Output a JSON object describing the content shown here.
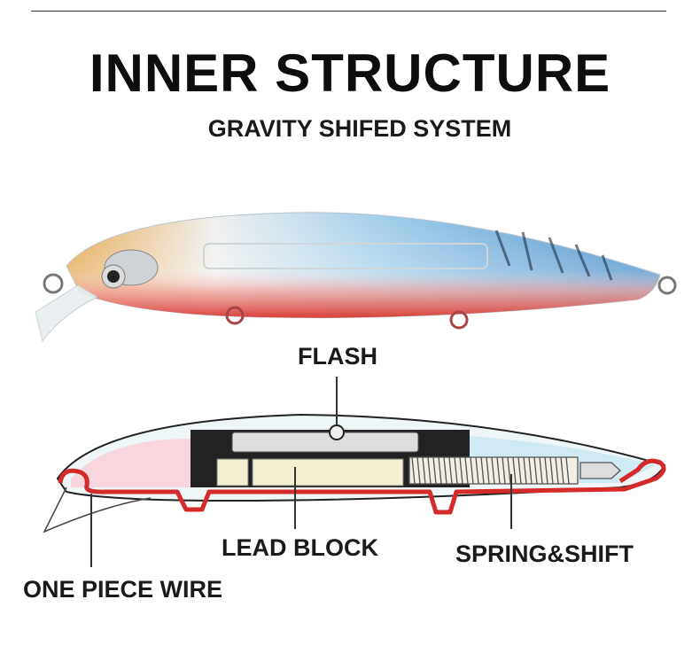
{
  "header": {
    "title": "INNER STRUCTURE",
    "subtitle": "GRAVITY SHIFED SYSTEM"
  },
  "diagram": {
    "labels": {
      "flash": "FLASH",
      "lead_block": "LEAD BLOCK",
      "spring_shift": "SPRING&SHIFT",
      "one_piece_wire": "ONE PIECE WIRE"
    }
  },
  "colors": {
    "wire": "#d42a2a",
    "lure_back": "#3b8fd1",
    "lure_belly": "#e05a50",
    "lure_head": "#e0a040",
    "lead": "#f6f0d2"
  }
}
